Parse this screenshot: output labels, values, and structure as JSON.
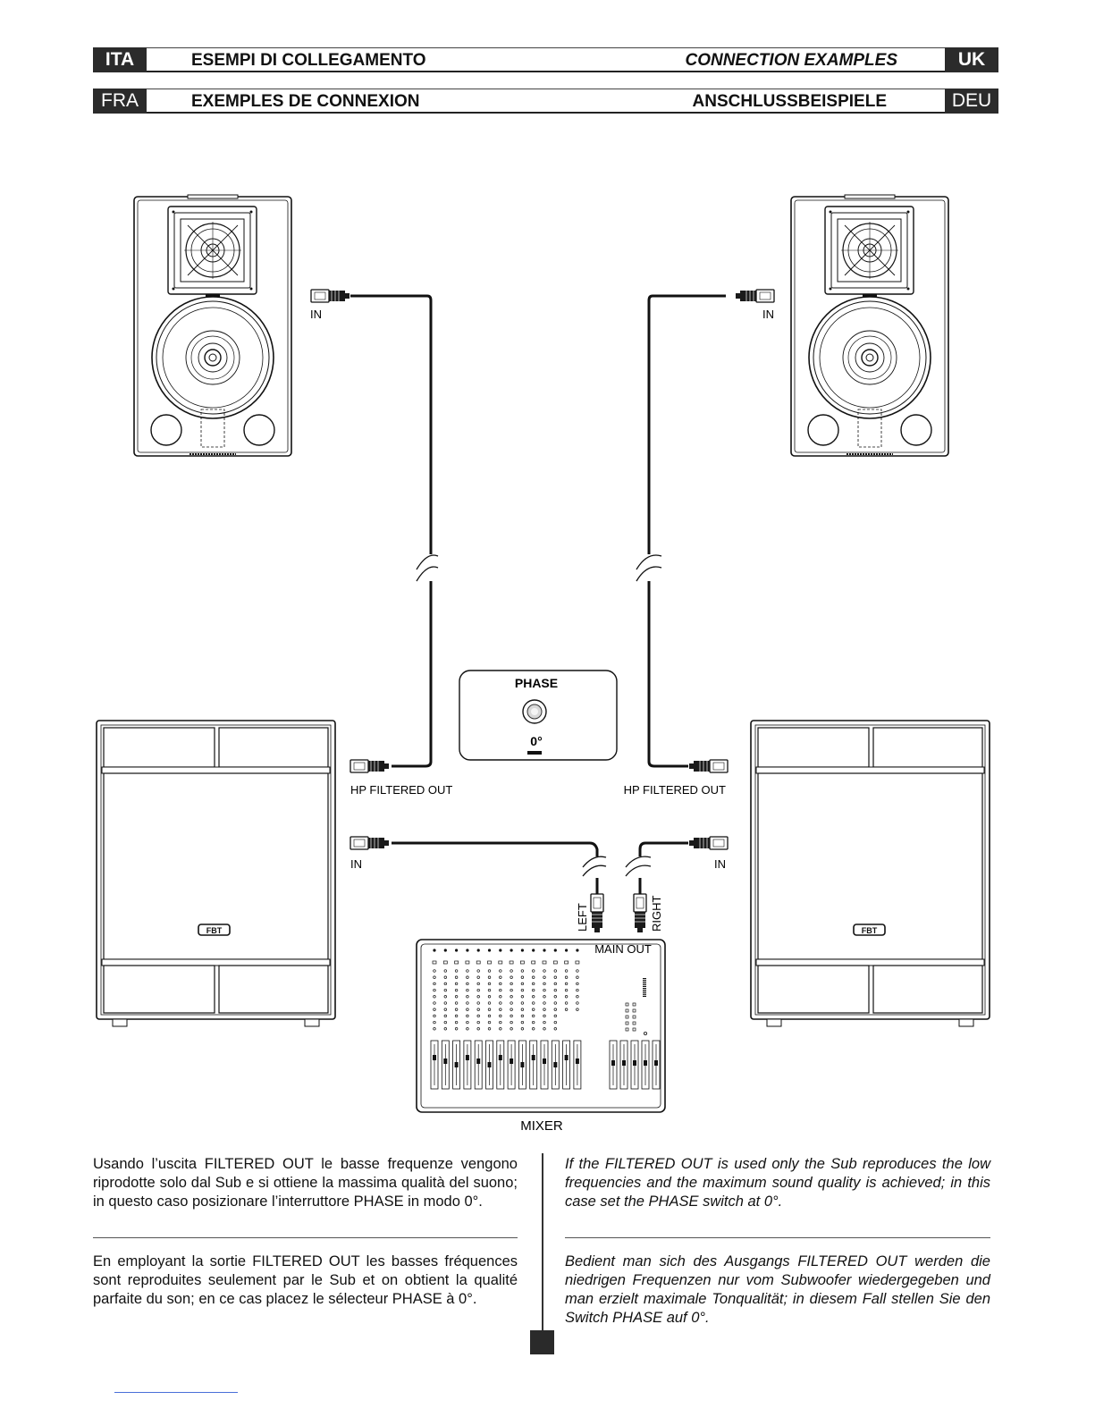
{
  "header": {
    "row1": {
      "left_tag": "ITA",
      "left_title": "ESEMPI DI COLLEGAMENTO",
      "right_title": "CONNECTION EXAMPLES",
      "right_tag": "UK"
    },
    "row2": {
      "left_tag": "FRA",
      "left_title": "EXEMPLES DE CONNEXION",
      "right_title": "ANSCHLUSSBEISPIELE",
      "right_tag": "DEU"
    }
  },
  "diagram": {
    "labels": {
      "in_top_left": "IN",
      "in_top_right": "IN",
      "hp_left": "HP FILTERED OUT",
      "hp_right": "HP FILTERED OUT",
      "in_sub_left": "IN",
      "in_sub_right": "IN",
      "left": "LEFT",
      "right": "RIGHT",
      "main_out": "MAIN OUT",
      "mixer": "MIXER",
      "phase_title": "PHASE",
      "phase_value": "0°",
      "logo": "FBT"
    }
  },
  "text": {
    "ita": "Usando l’uscita FILTERED OUT le basse frequenze vengono riprodotte solo dal Sub e si ottiene la massima qualità del suono; in questo caso posizionare l’interruttore PHASE in modo 0°.",
    "uk": "If the FILTERED OUT is used only the Sub reproduces the low frequencies and the maximum sound quality is achieved; in this case set the PHASE switch at 0°.",
    "fra": "En employant la sortie FILTERED OUT les basses fréquences sont reproduites seulement par le Sub et on obtient la qualité parfaite du son; en ce cas placez le sélecteur PHASE à 0°.",
    "deu": "Bedient man sich des Ausgangs FILTERED OUT werden die niedrigen Frequenzen nur vom Subwoofer wiedergegeben und man erzielt maximale Tonqualität; in diesem Fall stellen Sie den Switch PHASE auf 0°."
  }
}
